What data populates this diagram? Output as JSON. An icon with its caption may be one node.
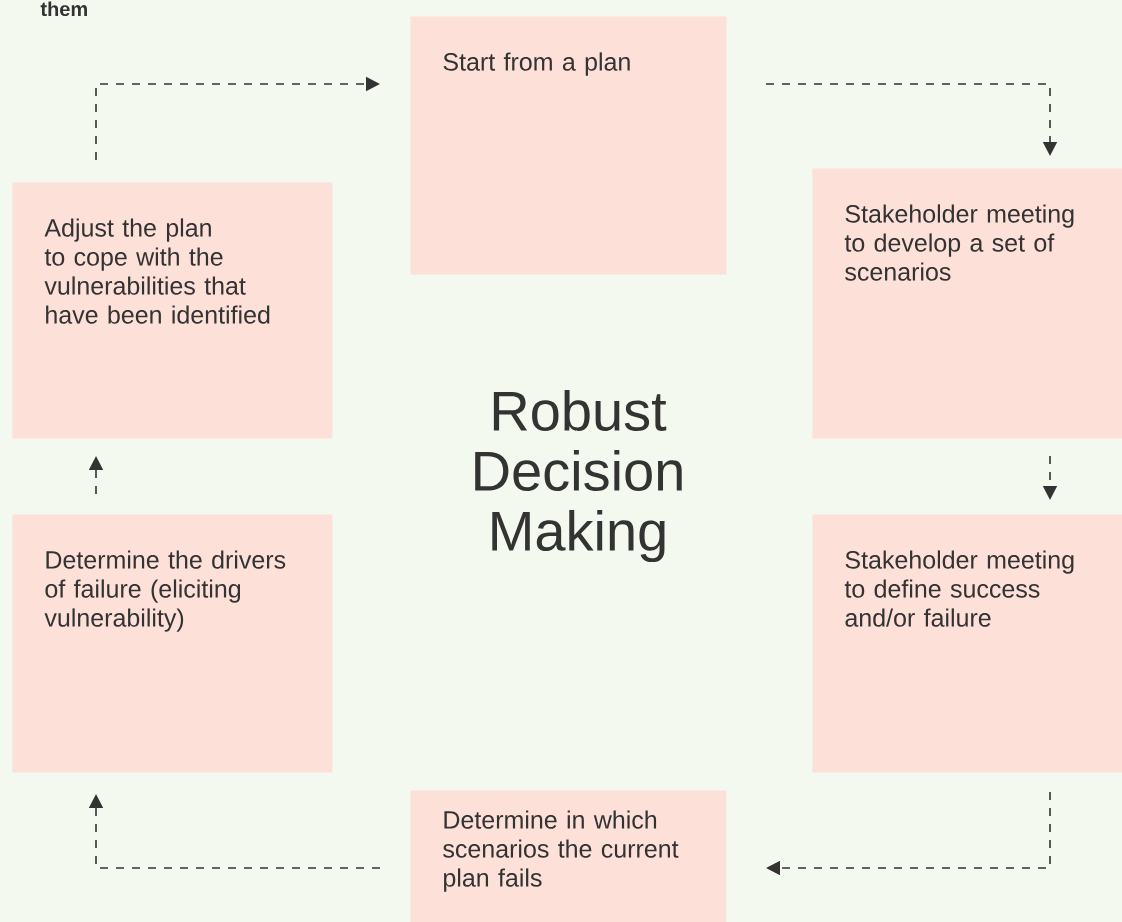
{
  "diagram": {
    "title": "Robust Decision Making",
    "nodes": [
      {
        "text": [
          "Start from a plan"
        ]
      },
      {
        "text": [
          "Stakeholder meeting to develop a set of scenarios"
        ]
      },
      {
        "text": [
          "Stakeholder meeting to define success and/or failure"
        ]
      },
      {
        "text": [
          "Determine in which scenarios the current plan fails"
        ]
      },
      {
        "text": [
          "Determine the drivers of failure (eliciting vulnerability)"
        ]
      },
      {
        "text": [
          "Adjust the plan to cope with the vulnerabilities that have been identified"
        ]
      }
    ],
    "edges": [
      {
        "from": 0,
        "to": 1,
        "arrow": "to",
        "style": "dashed"
      },
      {
        "from": 1,
        "to": 2,
        "arrow": "to",
        "style": "dashed"
      },
      {
        "from": 2,
        "to": 3,
        "arrow": "to",
        "style": "dashed"
      },
      {
        "from": 3,
        "to": 4,
        "arrow": "to",
        "style": "dashed"
      },
      {
        "from": 4,
        "to": 5,
        "arrow": "to",
        "style": "dashed"
      },
      {
        "from": 5,
        "to": 0,
        "arrow": "to",
        "style": "dashed"
      }
    ],
    "labels": [
      "them"
    ]
  }
}
